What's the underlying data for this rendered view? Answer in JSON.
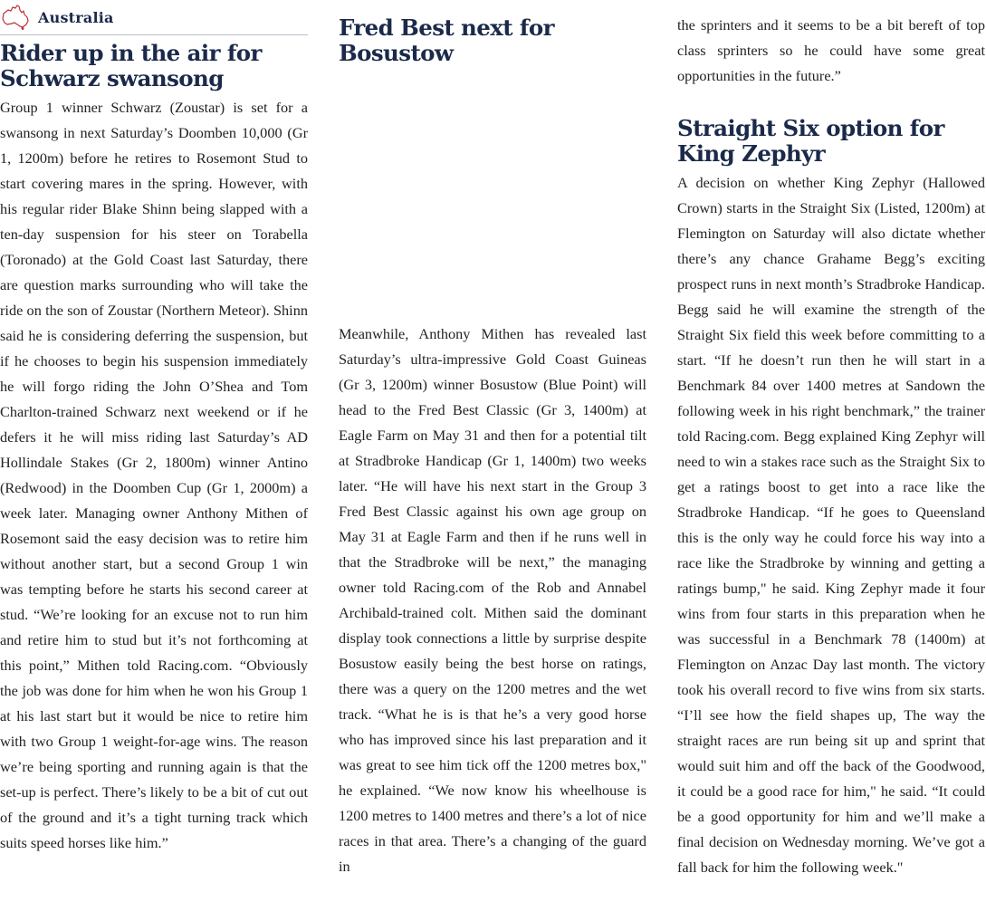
{
  "section": {
    "label": "Australia",
    "icon": "australia-map-icon",
    "accent": "#1b2a4a",
    "icon_color": "#c0303a"
  },
  "articles": [
    {
      "headline": "Rider up in the air for Schwarz swansong",
      "body": "Group 1 winner Schwarz (Zoustar) is set for a swansong in next Saturday’s Doomben 10,000 (Gr 1, 1200m) before he retires to Rosemont Stud to start covering mares in the spring. However, with his regular rider Blake Shinn being slapped with a ten-day suspension for his steer on Torabella (Toronado) at the Gold Coast last Saturday, there are question marks surrounding who will take the ride on the son of Zoustar (Northern Meteor). Shinn said he is considering deferring the suspension, but if he chooses to begin his suspension immediately he will forgo riding the John O’Shea and Tom Charlton-trained Schwarz next weekend or if he defers it he will miss riding last Saturday’s AD Hollindale Stakes (Gr 2, 1800m) winner Antino (Redwood) in the Doomben Cup (Gr 1, 2000m) a week later. Managing owner Anthony Mithen of Rosemont said the easy decision was to retire him without another start, but a second Group 1 win was tempting before he starts his second career at stud. “We’re looking for an excuse not to run him and retire him to stud but it’s not forthcoming at this point,” Mithen told Racing.com. “Obviously the job was done for him when he won his Group 1 at his last start but it would be nice to retire him with two Group 1 weight-for-age wins. The reason we’re being sporting and running again is that the set-up is perfect. There’s likely to be a bit of cut out of the ground and it’s a tight turning track which suits speed horses like him.”"
    },
    {
      "headline": "Fred Best next for Bosustow",
      "body": "Meanwhile, Anthony Mithen has revealed last Saturday’s ultra-impressive Gold Coast Guineas (Gr 3, 1200m) winner Bosustow (Blue Point) will head to the Fred Best Classic (Gr 3, 1400m) at Eagle Farm on May 31 and then for a potential tilt at Stradbroke Handicap (Gr 1, 1400m) two weeks later. “He will have his next start in the Group 3 Fred Best Classic against his own age group on May 31 at Eagle Farm and then if he runs well in that the Stradbroke will be next,” the managing owner told Racing.com of the Rob and Annabel Archibald-trained colt. Mithen said the dominant display took connections a little by surprise despite Bosustow easily being the best horse on ratings, there was a query on the 1200 metres and the wet track. “What he is is that he’s a very good horse who has improved since his last preparation and it was great to see him tick off the 1200 metres box,\" he explained. “We now know his wheelhouse is 1200 metres to 1400 metres and there’s a lot of nice races in that area. There’s a changing of the guard in",
      "continuation": "the sprinters and it seems to be a bit bereft of top class sprinters so he could have some great opportunities in the future.”"
    },
    {
      "headline": "Straight Six option for King Zephyr",
      "body": "A decision on whether King Zephyr (Hallowed Crown) starts in the Straight Six (Listed, 1200m) at Flemington on Saturday will also dictate whether there’s any chance Grahame Begg’s exciting prospect runs in next month’s Stradbroke Handicap. Begg said he will examine the strength of the Straight Six field this week before committing to a start. “If he doesn’t run then he will start in a Benchmark 84 over 1400 metres at Sandown the following week in his right benchmark,” the trainer told Racing.com. Begg explained King Zephyr will need to win a stakes race such as the Straight Six to get a ratings boost to get into a race like the Stradbroke Handicap. “If he goes to Queensland this is the only way he could force his way into a race like the Stradbroke by winning and getting a ratings bump,\" he said. King Zephyr made it four wins from four starts in this preparation when he was successful in a Benchmark 78 (1400m) at Flemington on Anzac Day last month. The victory took his overall record to five wins from six starts. “I’ll see how the field shapes up, The way the straight races are run being sit up and sprint that would suit him and off the back of the Goodwood, it could be a good race for him,\" he said. “It could be a good opportunity for him and we’ll make a final decision on Wednesday morning. We’ve got a fall back for him the following week.\""
    }
  ]
}
